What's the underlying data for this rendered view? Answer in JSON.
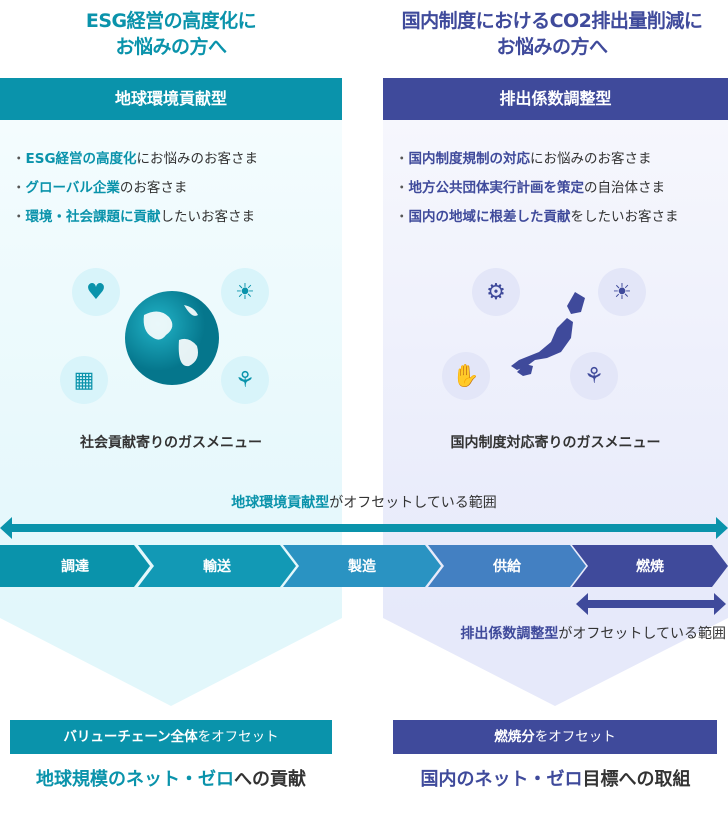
{
  "left": {
    "heading": [
      "ESG経営の高度化に",
      "お悩みの方へ"
    ],
    "band": "地球環境貢献型",
    "items": [
      {
        "hl": "ESG経営の高度化",
        "rest": "にお悩みのお客さま"
      },
      {
        "hl": "グローバル企業",
        "rest": "のお客さま"
      },
      {
        "hl": "環境・社会課題に貢献",
        "rest": "したいお客さま"
      }
    ],
    "caption": "社会貢献寄りのガスメニュー",
    "card_hl": "バリューチェーン全体",
    "card_rest": "をオフセット",
    "goal_hl": "地球規模のネット・ゼロ",
    "goal_rest": "への貢献"
  },
  "right": {
    "heading": [
      "国内制度におけるCO2排出量削減に",
      "お悩みの方へ"
    ],
    "band": "排出係数調整型",
    "items": [
      {
        "hl": "国内制度規制の対応",
        "rest": "にお悩みのお客さま"
      },
      {
        "hl": "地方公共団体実行計画を策定",
        "rest": "の自治体さま"
      },
      {
        "hl": "国内の地域に根差した貢献",
        "rest": "をしたいお客さま"
      }
    ],
    "caption": "国内制度対応寄りのガスメニュー",
    "card_hl": "燃焼分",
    "card_rest": "をオフセット",
    "goal_hl": "国内のネット・ゼロ",
    "goal_rest": "目標への取組"
  },
  "range_top": {
    "hl": "地球環境貢献型",
    "rest": "がオフセットしている範囲"
  },
  "range_bottom": {
    "hl": "排出係数調整型",
    "rest": "がオフセットしている範囲"
  },
  "stages": [
    "調達",
    "輸送",
    "製造",
    "供給",
    "燃焼"
  ],
  "colors": {
    "teal": "#0a93ab",
    "purple": "#3f4a9b"
  }
}
